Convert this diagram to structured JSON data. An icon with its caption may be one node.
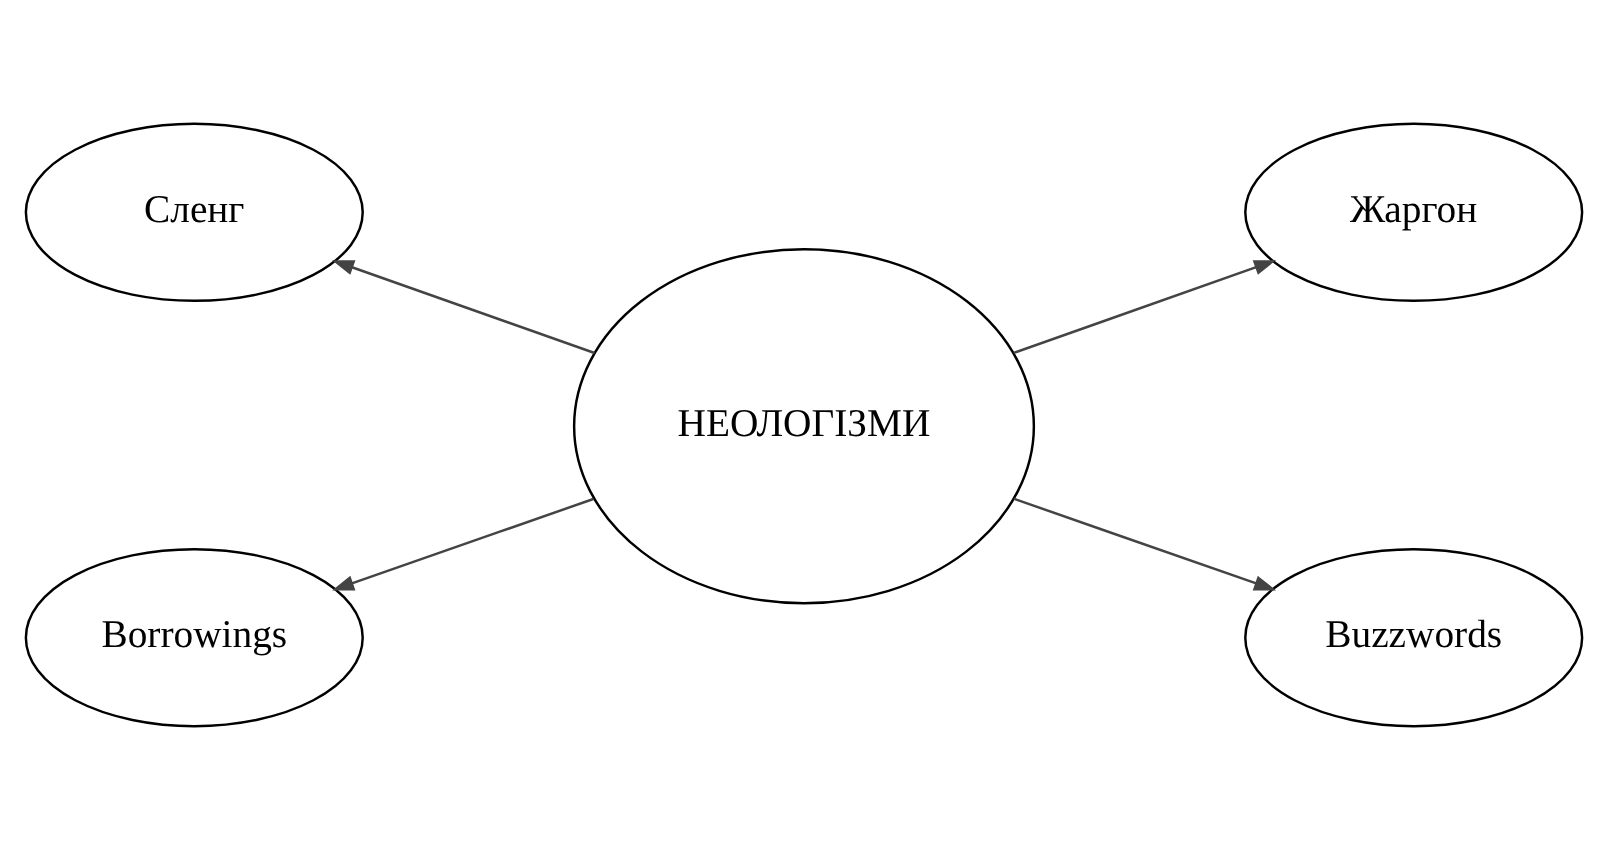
{
  "diagram": {
    "nodes": [
      {
        "text": [
          "НЕОЛОГІЗМИ"
        ]
      },
      {
        "text": [
          "Сленг"
        ]
      },
      {
        "text": [
          "Жаргон"
        ]
      },
      {
        "text": [
          "Borrowings"
        ]
      },
      {
        "text": [
          "Buzzwords"
        ]
      }
    ],
    "edges": [
      {
        "from": 0,
        "to": 1,
        "arrow": "to"
      },
      {
        "from": 0,
        "to": 2,
        "arrow": "to"
      },
      {
        "from": 0,
        "to": 3,
        "arrow": "to"
      },
      {
        "from": 0,
        "to": 4,
        "arrow": "to"
      }
    ]
  }
}
